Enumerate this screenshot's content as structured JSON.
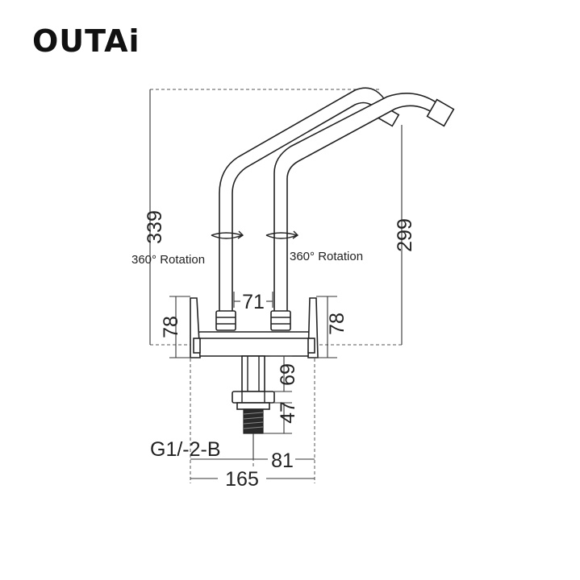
{
  "brand": {
    "logo_text": "OUTAi"
  },
  "diagram": {
    "dimensions": {
      "total_height": "339",
      "spout_height": "299",
      "spout_spacing": "71",
      "handle_left": "78",
      "handle_right": "78",
      "stem_length": "69",
      "thread_length": "47",
      "thread_spec": "G1/-2-B",
      "body_half_width": "81",
      "total_width": "165"
    },
    "annotations": {
      "rotation_left": "360° Rotation",
      "rotation_right": "360° Rotation"
    }
  }
}
